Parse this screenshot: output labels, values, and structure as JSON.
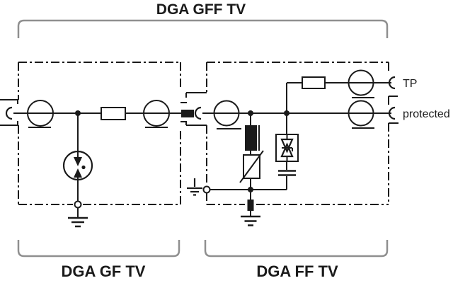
{
  "title": "DGA GFF TV",
  "bottom_labels": {
    "left": "DGA GF TV",
    "right": "DGA FF TV"
  },
  "ports": {
    "tp": "TP",
    "protected": "protected"
  },
  "colors": {
    "line": "#1a1a1a",
    "bracket": "#8f8f8f",
    "background": "#ffffff"
  },
  "components": {
    "overall_device": "DGA GFF TV",
    "left_block": [
      "coax-input-connector",
      "decoupling-circle",
      "gas-discharge-arrester",
      "series-resistor",
      "decoupling-circle",
      "plug-connector",
      "earth-terminal"
    ],
    "right_block": [
      "socket-connector",
      "decoupling-circle",
      "inductor",
      "varistor",
      "suppressor-diode",
      "capacitor",
      "tp-resistor",
      "tp-output",
      "protected-output",
      "earth-terminal"
    ]
  }
}
